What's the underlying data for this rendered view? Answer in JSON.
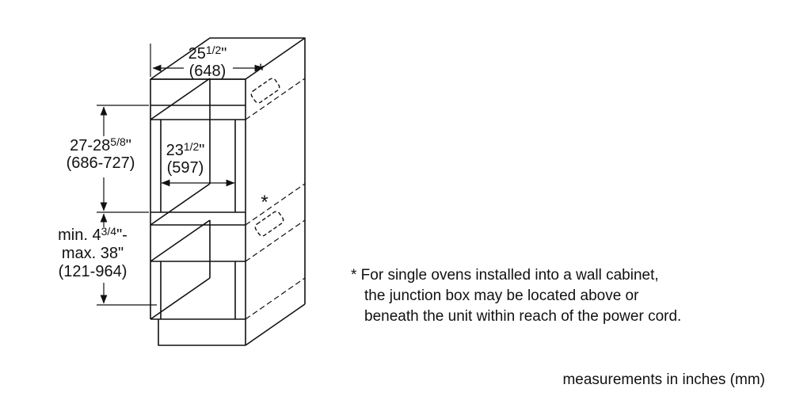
{
  "diagram": {
    "dimensions": {
      "top_width": {
        "inches_main": "25",
        "inches_frac": "1/2",
        "inches_unit": "\"",
        "mm": "(648)"
      },
      "niche_height": {
        "inches_main": "27-28",
        "inches_frac": "5/8",
        "inches_unit": "\"",
        "mm": "(686-727)"
      },
      "inner_width": {
        "inches_main": "23",
        "inches_frac": "1/2",
        "inches_unit": "\"",
        "mm": "(597)"
      },
      "bottom_clearance": {
        "min_main": "min. 4",
        "min_frac": "3/4",
        "min_unit": "\"-",
        "max": "max. 38\"",
        "mm": "(121-964)"
      }
    },
    "junction_box_marker": "*"
  },
  "footnote": {
    "line1": "* For single ovens installed into a wall cabinet,",
    "line2": "the junction box may be located above or",
    "line3": "beneath the unit within reach of the power cord."
  },
  "footer": {
    "units_note": "measurements in inches (mm)"
  }
}
